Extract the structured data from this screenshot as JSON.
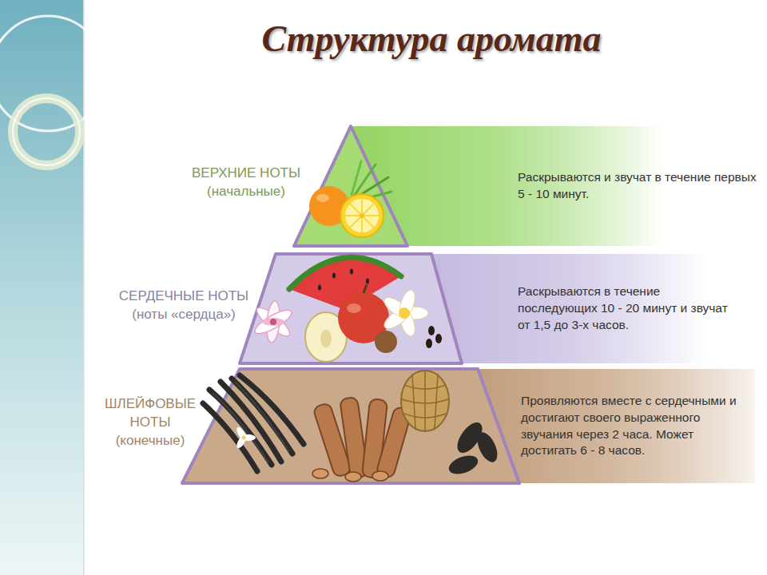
{
  "diagram": {
    "title": "Структура аромата",
    "nodes": [
      {
        "text": [
          "ВЕРХНИЕ НОТЫ (начальные)",
          "Раскрываются и звучат в течение первых 5 - 10 минут."
        ]
      },
      {
        "text": [
          "СЕРДЕЧНЫЕ НОТЫ (ноты «сердца»)",
          "Раскрываются в течение последующих 10 - 20 минут и звучат от 1,5 до 3-х часов."
        ]
      },
      {
        "text": [
          "ШЛЕЙФОВЫЕ НОТЫ (конечные)",
          "Проявляются вместе с сердечными и достигают своего выраженного звучания через 2 часа. Может достигать 6 - 8 часов."
        ]
      }
    ]
  }
}
